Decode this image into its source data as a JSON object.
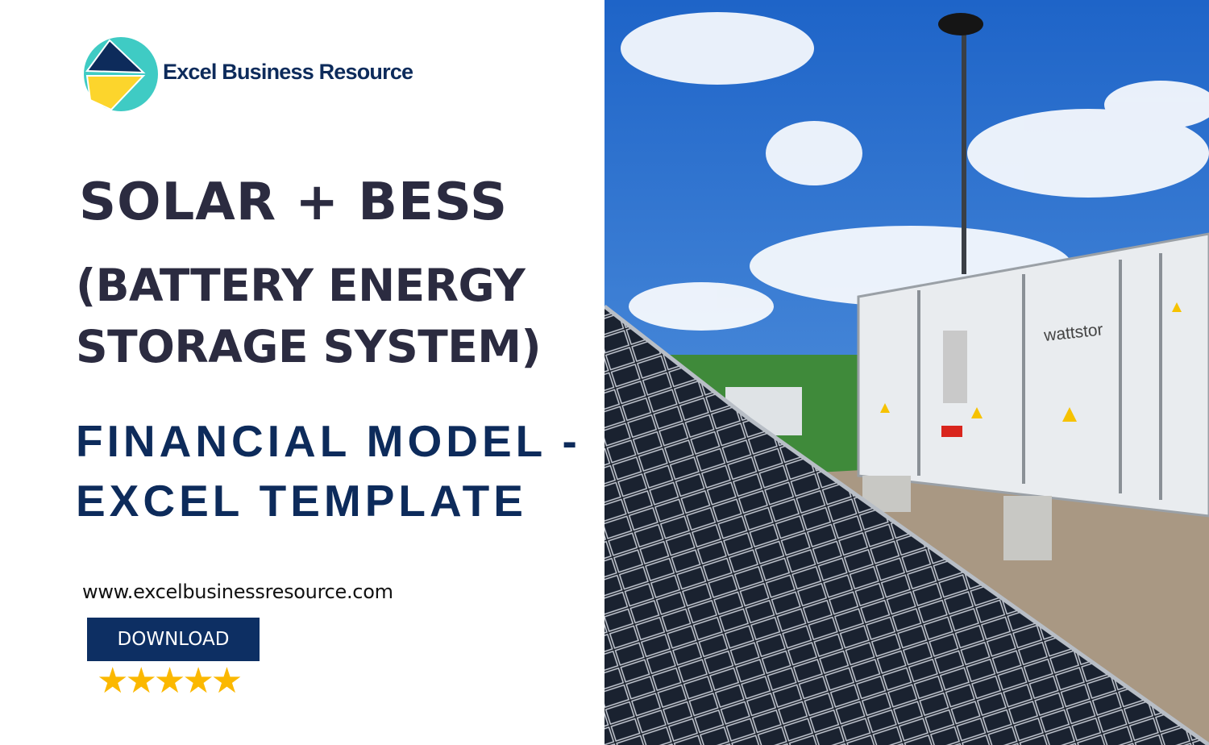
{
  "brand": {
    "name": "Excel Business Resource",
    "colors": {
      "navy": "#0d2b5b",
      "teal": "#3fcbc4",
      "yellow": "#fcd52c"
    }
  },
  "headline": {
    "line1": "SOLAR + BESS",
    "line2": "(BATTERY ENERGY",
    "line3": "STORAGE SYSTEM)"
  },
  "subtitle": {
    "line1": "FINANCIAL MODEL -",
    "line2": "EXCEL TEMPLATE"
  },
  "website": "www.excelbusinessresource.com",
  "download_label": "DOWNLOAD",
  "rating": {
    "stars": "★★★★★",
    "value": 5,
    "max": 5
  },
  "photo": {
    "container_brand": "wattstor"
  }
}
